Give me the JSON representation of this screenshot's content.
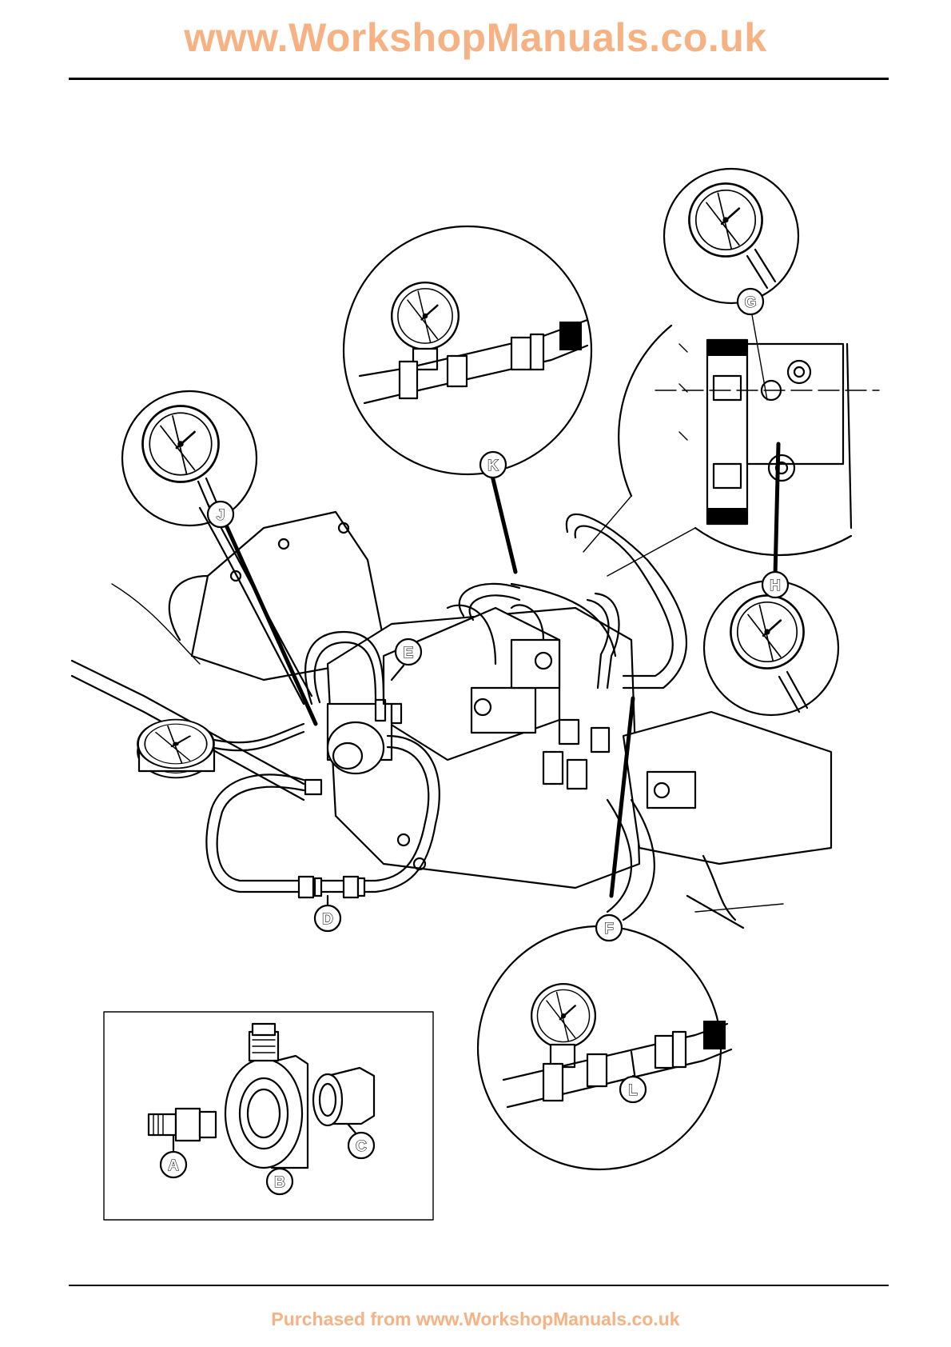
{
  "header": {
    "site_link": "www.WorkshopManuals.co.uk"
  },
  "footer": {
    "purchase_link": "Purchased from www.WorkshopManuals.co.uk"
  },
  "figure": {
    "callouts": [
      "A",
      "B",
      "C",
      "D",
      "E",
      "F",
      "G",
      "H",
      "J",
      "K",
      "L"
    ]
  }
}
